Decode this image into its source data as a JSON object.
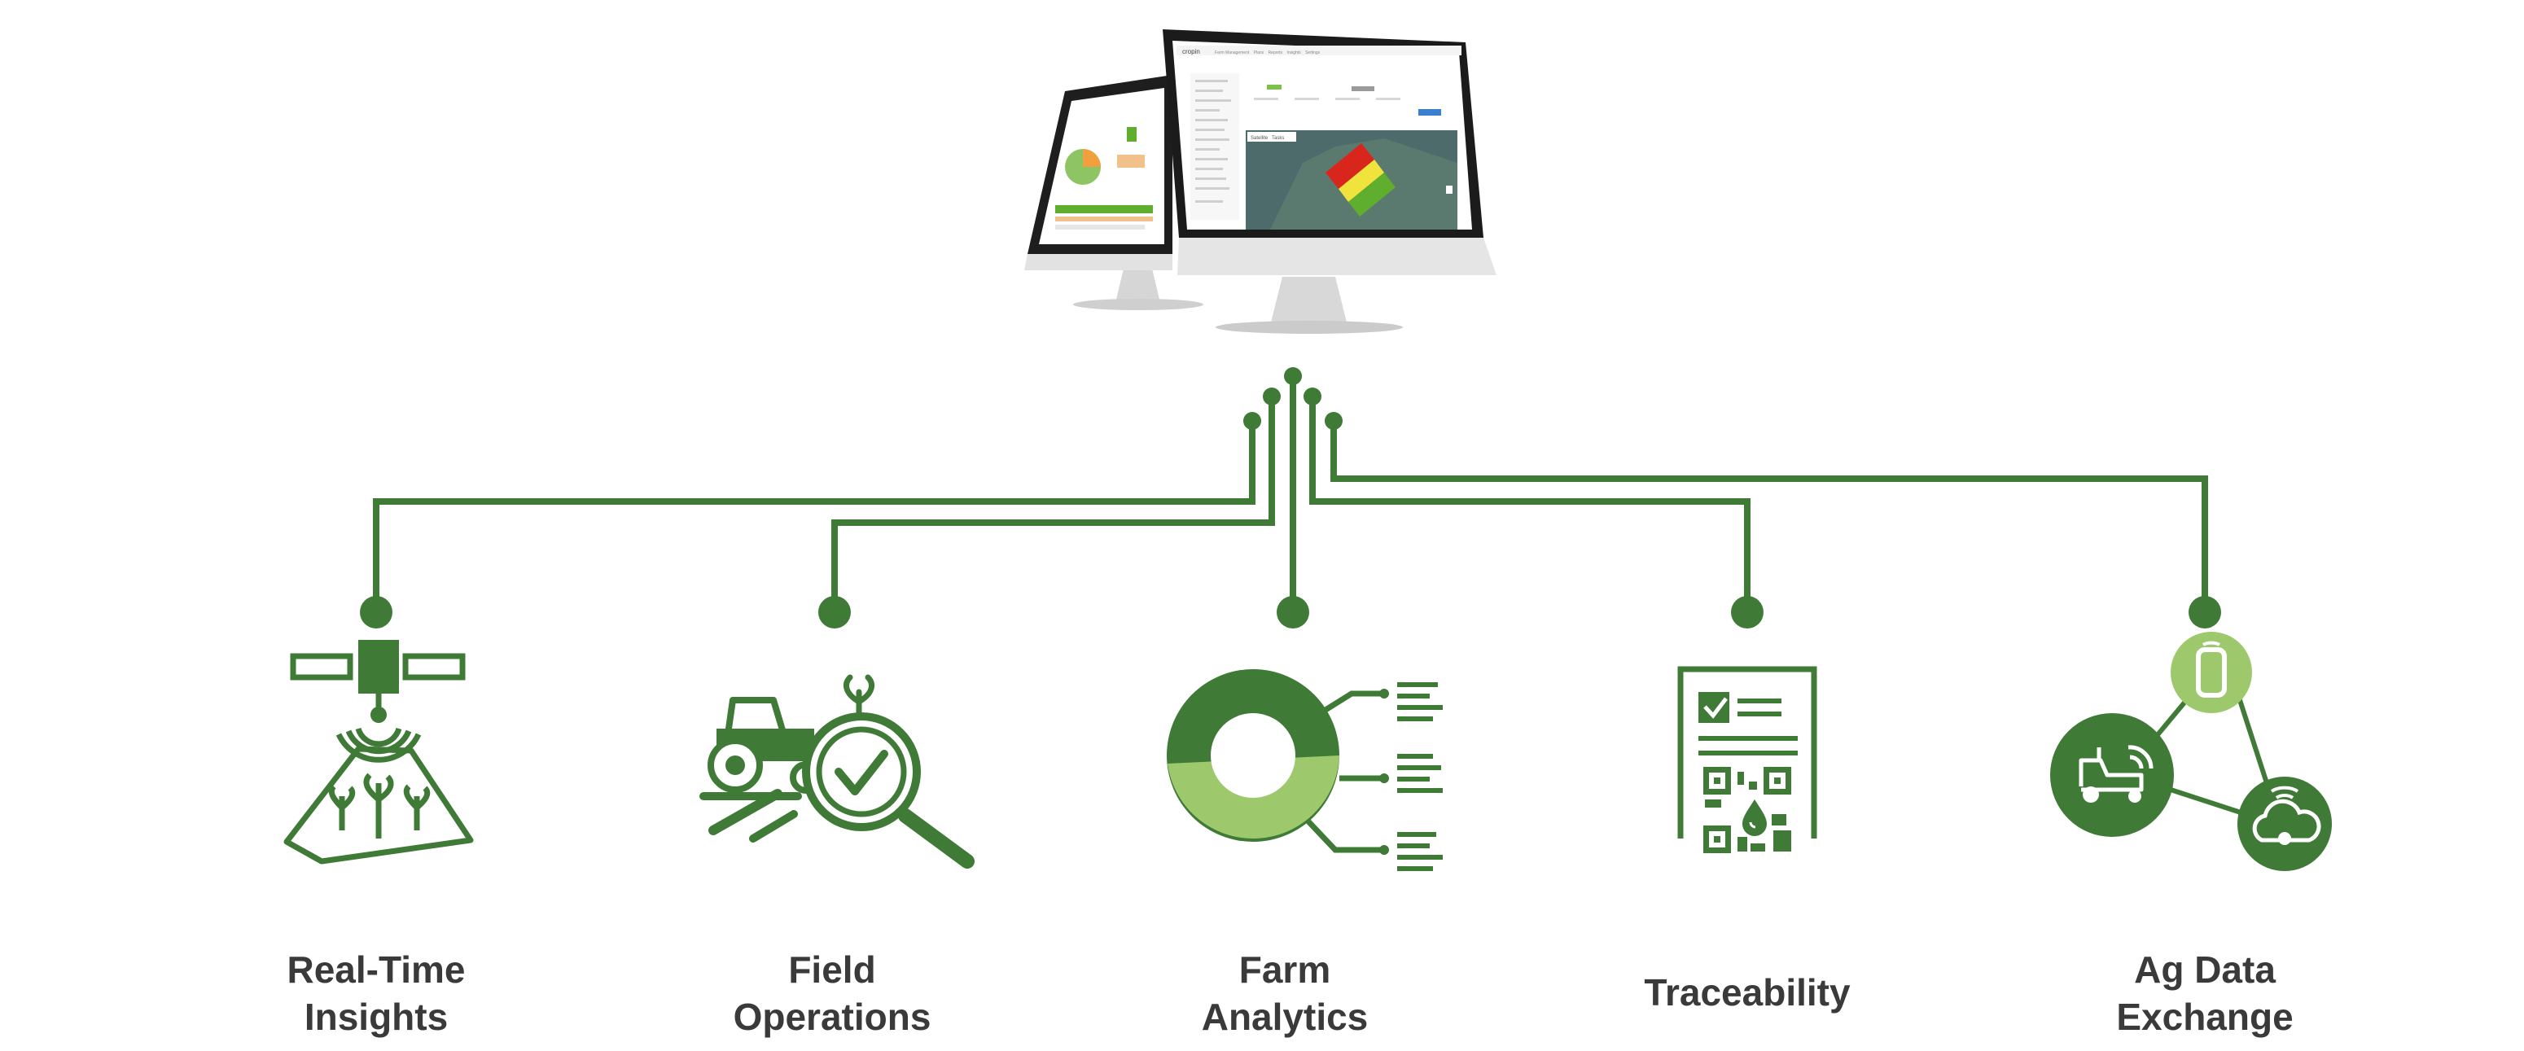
{
  "colors": {
    "primary_green": "#3f7a37",
    "light_green": "#9dc96c",
    "label_text": "#3a3a3a",
    "map_red": "#d9261c",
    "map_yellow": "#f0e33c",
    "map_green": "#5fae2e"
  },
  "monitor": {
    "brand": "cropin",
    "nav_items": [
      "Farm Management",
      "Plans",
      "Reports",
      "Insights",
      "Settings"
    ],
    "map_tabs": [
      "Satellite",
      "Tasks"
    ]
  },
  "features": [
    {
      "id": "real-time-insights",
      "icon": "satellite-field-icon",
      "label_lines": [
        "Real-Time",
        "Insights"
      ]
    },
    {
      "id": "field-operations",
      "icon": "tractor-magnifier-icon",
      "label_lines": [
        "Field",
        "Operations"
      ]
    },
    {
      "id": "farm-analytics",
      "icon": "donut-chart-icon",
      "label_lines": [
        "Farm",
        "Analytics"
      ]
    },
    {
      "id": "traceability",
      "icon": "qr-document-icon",
      "label_lines": [
        "Traceability"
      ]
    },
    {
      "id": "ag-data-exchange",
      "icon": "connected-devices-icon",
      "label_lines": [
        "Ag Data",
        "Exchange"
      ]
    }
  ]
}
